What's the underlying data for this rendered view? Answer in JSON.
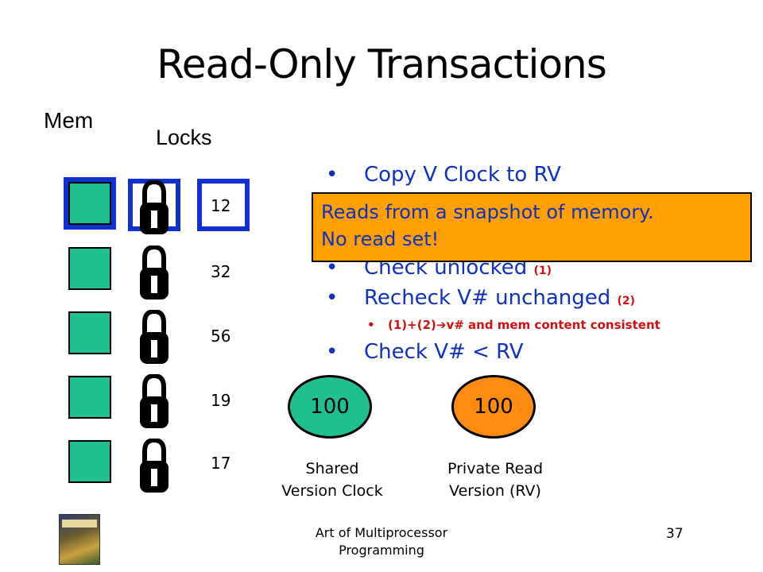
{
  "slide": {
    "title": "Read-Only Transactions",
    "mem_label": "Mem",
    "locks_label": "Locks",
    "version_numbers": [
      "12",
      "32",
      "56",
      "19",
      "17"
    ],
    "bullets": [
      {
        "text": "Copy V Clock to RV",
        "tag": ""
      },
      {
        "text": "Check unlocked",
        "tag": "(1)"
      },
      {
        "text": "Recheck V# unchanged",
        "tag": "(2)"
      },
      {
        "text": "Check V# < RV",
        "tag": ""
      }
    ],
    "sub_bullet": {
      "prefix": "(1)+(2)",
      "arrow": "➔",
      "suffix": "v# and mem content consistent"
    },
    "callout": {
      "line1": "Reads from a snapshot of memory.",
      "line2": "No read set!"
    },
    "shared_clock": {
      "value": "100",
      "caption_line1": "Shared",
      "caption_line2": "Version Clock",
      "color": "#1fbf8f"
    },
    "private_clock": {
      "value": "100",
      "caption_line1": "Private Read",
      "caption_line2": "Version (RV)",
      "color": "#ff8c10"
    },
    "footer": {
      "line1": "Art of Multiprocessor",
      "line2": "Programming",
      "page": "37"
    },
    "icons": {
      "lock": "padlock-icon",
      "book": "book-cover-icon"
    },
    "colors": {
      "memory_cell": "#1fbf8f",
      "selection": "#1030d0",
      "bullet_text": "#1030c0",
      "tag_text": "#d01010",
      "callout_bg": "#ffa000"
    }
  }
}
